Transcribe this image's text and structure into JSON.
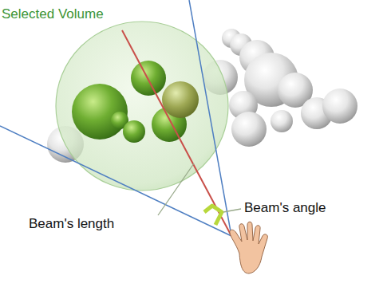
{
  "diagram": {
    "labels": [
      "Selected Volume",
      "Beam's angle",
      "Beam's length"
    ]
  }
}
